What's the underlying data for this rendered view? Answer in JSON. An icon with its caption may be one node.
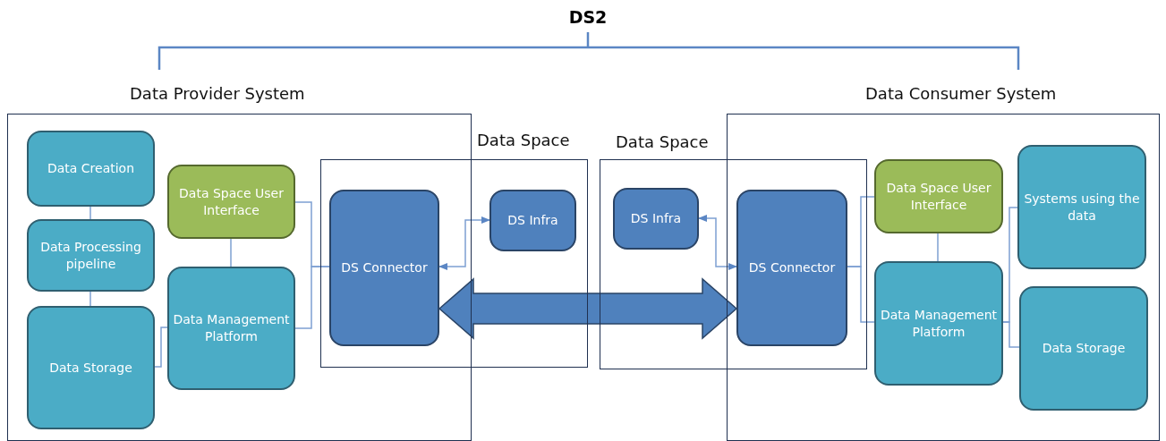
{
  "diagram": {
    "title": "DS2",
    "nodes": [
      {
        "text": [
          "Data Provider System"
        ]
      },
      {
        "text": [
          "Data Creation"
        ],
        "in": 0
      },
      {
        "text": [
          "Data Processing pipeline"
        ],
        "in": 0
      },
      {
        "text": [
          "Data Storage"
        ],
        "in": 0
      },
      {
        "text": [
          "Data Space User Interface"
        ],
        "in": 0
      },
      {
        "text": [
          "Data Management Platform"
        ],
        "in": 0
      },
      {
        "text": [
          "Data Space"
        ]
      },
      {
        "text": [
          "DS Connector"
        ]
      },
      {
        "text": [
          "DS Infra"
        ],
        "in": 6
      },
      {
        "text": [
          "Data Space"
        ]
      },
      {
        "text": [
          "DS Infra"
        ],
        "in": 9
      },
      {
        "text": [
          "DS Connector"
        ]
      },
      {
        "text": [
          "Data Consumer System"
        ]
      },
      {
        "text": [
          "Data Space User Interface"
        ],
        "in": 12
      },
      {
        "text": [
          "Data Management Platform"
        ],
        "in": 12
      },
      {
        "text": [
          "Systems using the data"
        ],
        "in": 12
      },
      {
        "text": [
          "Data Storage"
        ],
        "in": 12
      }
    ],
    "edges": [
      {
        "from": 1,
        "to": 2,
        "arrow": "none"
      },
      {
        "from": 2,
        "to": 3,
        "arrow": "none"
      },
      {
        "from": 4,
        "to": 5,
        "arrow": "none"
      },
      {
        "from": 3,
        "to": 5,
        "arrow": "none"
      },
      {
        "from": 4,
        "to": 7,
        "arrow": "none"
      },
      {
        "from": 5,
        "to": 7,
        "arrow": "none"
      },
      {
        "from": 7,
        "to": 8,
        "arrow": "both"
      },
      {
        "from": 7,
        "to": 11,
        "arrow": "both",
        "style": "thick"
      },
      {
        "from": 10,
        "to": 11,
        "arrow": "both"
      },
      {
        "from": 11,
        "to": 13,
        "arrow": "none"
      },
      {
        "from": 11,
        "to": 14,
        "arrow": "none"
      },
      {
        "from": 13,
        "to": 14,
        "arrow": "none"
      },
      {
        "from": 14,
        "to": 15,
        "arrow": "none"
      },
      {
        "from": 14,
        "to": 16,
        "arrow": "none"
      }
    ]
  }
}
